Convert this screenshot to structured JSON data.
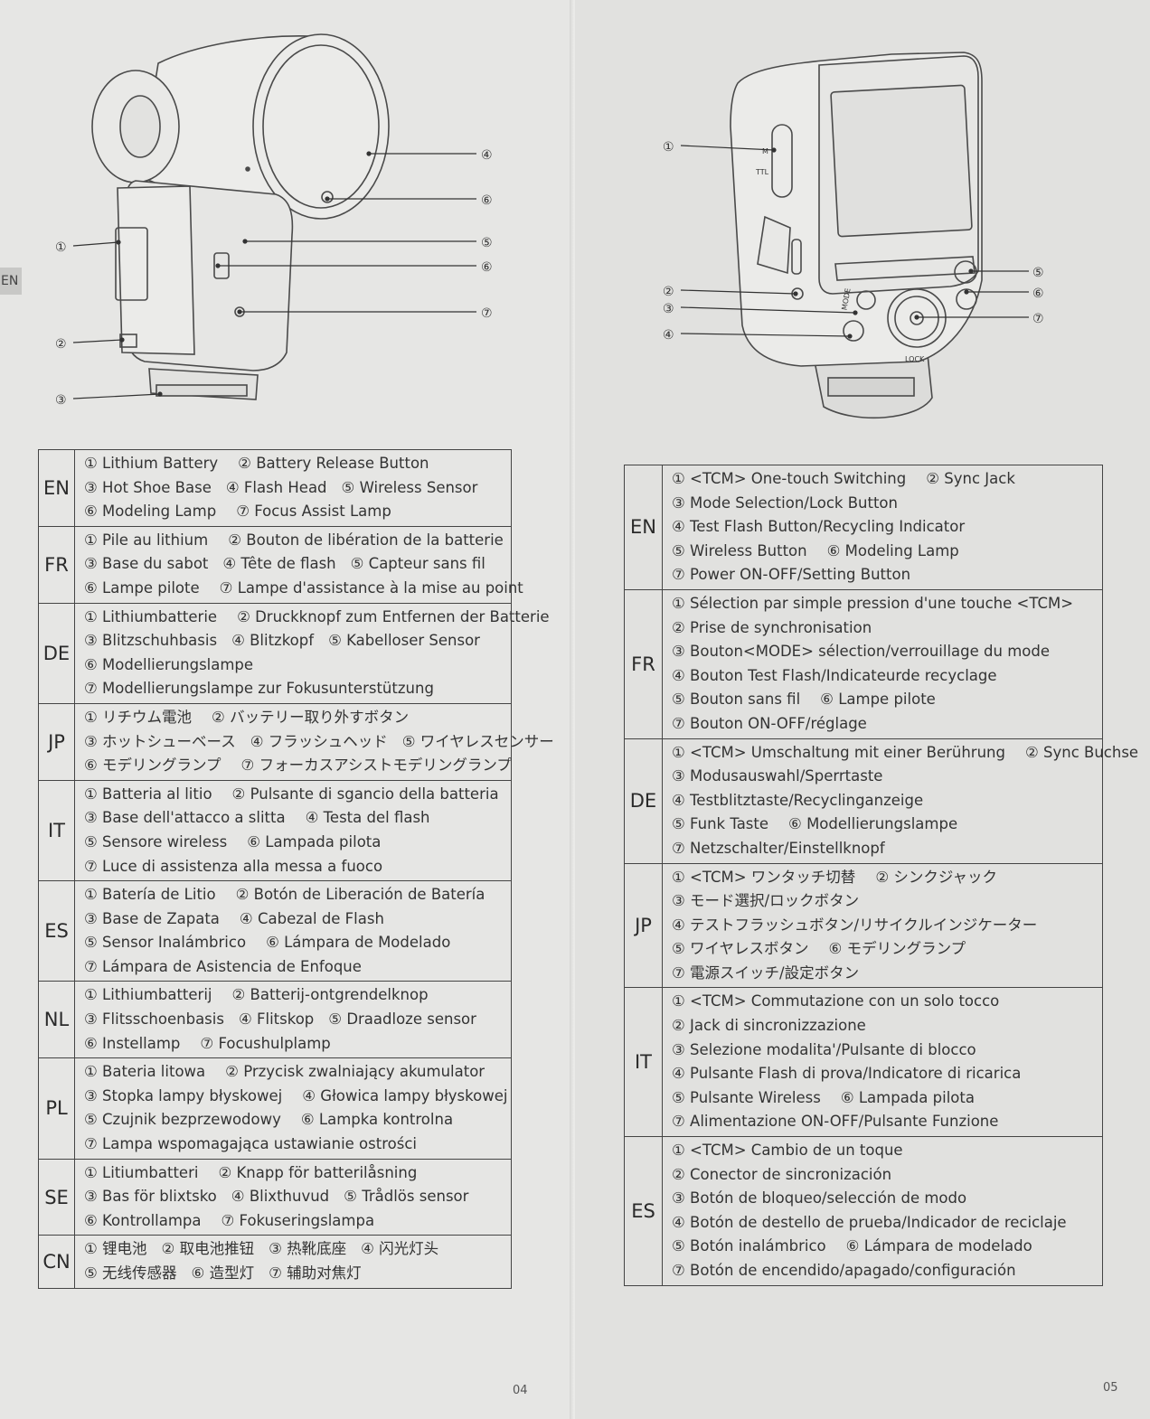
{
  "side_tab": "EN",
  "left_page": {
    "page_number": "04",
    "callouts": [
      "①",
      "②",
      "③",
      "④",
      "⑥",
      "⑤",
      "⑥",
      "⑦"
    ],
    "table": [
      {
        "code": "EN",
        "lines": [
          [
            "① Lithium Battery",
            "② Battery Release Button"
          ],
          [
            "③ Hot Shoe Base",
            "④ Flash Head",
            "⑤ Wireless Sensor"
          ],
          [
            "⑥ Modeling Lamp",
            "⑦ Focus Assist Lamp"
          ]
        ]
      },
      {
        "code": "FR",
        "lines": [
          [
            "① Pile au lithium",
            "② Bouton de libération de la batterie"
          ],
          [
            "③ Base du sabot",
            "④ Tête de flash",
            "⑤ Capteur sans fil"
          ],
          [
            "⑥ Lampe pilote",
            "⑦ Lampe d'assistance à la mise au point"
          ]
        ]
      },
      {
        "code": "DE",
        "lines": [
          [
            "① Lithiumbatterie",
            "② Druckknopf zum Entfernen der Batterie"
          ],
          [
            "③ Blitzschuhbasis",
            "④ Blitzkopf",
            "⑤ Kabelloser Sensor"
          ],
          [
            "⑥ Modellierungslampe"
          ],
          [
            "⑦ Modellierungslampe zur Fokusunterstützung"
          ]
        ]
      },
      {
        "code": "JP",
        "lines": [
          [
            "① リチウム電池",
            "② バッテリー取り外すボタン"
          ],
          [
            "③ ホットシューベース",
            "④ フラッシュヘッド",
            "⑤ ワイヤレスセンサー"
          ],
          [
            "⑥ モデリングランプ",
            "⑦ フォーカスアシストモデリングランプ"
          ]
        ]
      },
      {
        "code": "IT",
        "lines": [
          [
            "① Batteria al litio",
            "② Pulsante di sgancio della batteria"
          ],
          [
            "③ Base dell'attacco a slitta",
            "④ Testa del flash"
          ],
          [
            "⑤ Sensore wireless",
            "⑥ Lampada pilota"
          ],
          [
            "⑦ Luce di assistenza alla messa a fuoco"
          ]
        ]
      },
      {
        "code": "ES",
        "lines": [
          [
            "① Batería de Litio",
            "② Botón de Liberación de Batería"
          ],
          [
            "③ Base de Zapata",
            "④ Cabezal de Flash"
          ],
          [
            "⑤ Sensor Inalámbrico",
            "⑥ Lámpara de Modelado"
          ],
          [
            "⑦ Lámpara de Asistencia de Enfoque"
          ]
        ]
      },
      {
        "code": "NL",
        "lines": [
          [
            "① Lithiumbatterij",
            "② Batterij-ontgrendelknop"
          ],
          [
            "③ Flitsschoenbasis",
            "④ Flitskop",
            "⑤ Draadloze sensor"
          ],
          [
            "⑥ Instellamp",
            "⑦ Focushulplamp"
          ]
        ]
      },
      {
        "code": "PL",
        "lines": [
          [
            "① Bateria litowa",
            "② Przycisk zwalniający akumulator"
          ],
          [
            "③ Stopka lampy błyskowej",
            "④ Głowica lampy błyskowej"
          ],
          [
            "⑤ Czujnik bezprzewodowy",
            "⑥ Lampka kontrolna"
          ],
          [
            "⑦ Lampa wspomagająca ustawianie ostrości"
          ]
        ]
      },
      {
        "code": "SE",
        "lines": [
          [
            "① Litiumbatteri",
            "② Knapp för batterilåsning"
          ],
          [
            "③ Bas för blixtsko",
            "④ Blixthuvud",
            "⑤ Trådlös sensor"
          ],
          [
            "⑥ Kontrollampa",
            "⑦ Fokuseringslampa"
          ]
        ]
      },
      {
        "code": "CN",
        "lines": [
          [
            "① 锂电池",
            "② 取电池推钮",
            "③ 热靴底座",
            "④ 闪光灯头"
          ],
          [
            "⑤ 无线传感器",
            "⑥ 造型灯",
            "⑦ 辅助对焦灯"
          ]
        ]
      }
    ]
  },
  "right_page": {
    "page_number": "05",
    "callouts": [
      "①",
      "②",
      "③",
      "④",
      "⑤",
      "⑥",
      "⑦"
    ],
    "device_labels": {
      "m": "M",
      "ttl": "TTL",
      "mode": "MODE",
      "lock": "LOCK"
    },
    "table": [
      {
        "code": "EN",
        "lines": [
          [
            "① <TCM> One-touch Switching",
            "② Sync Jack"
          ],
          [
            "③ Mode Selection/Lock Button"
          ],
          [
            "④ Test Flash Button/Recycling Indicator"
          ],
          [
            "⑤ Wireless Button",
            "⑥ Modeling Lamp"
          ],
          [
            "⑦ Power ON-OFF/Setting Button"
          ]
        ]
      },
      {
        "code": "FR",
        "lines": [
          [
            "① Sélection par simple pression d'une touche <TCM>"
          ],
          [
            "② Prise de synchronisation"
          ],
          [
            "③ Bouton<MODE> sélection/verrouillage du mode"
          ],
          [
            "④ Bouton Test Flash/Indicateurde recyclage"
          ],
          [
            "⑤ Bouton sans fil",
            "⑥ Lampe pilote"
          ],
          [
            "⑦ Bouton ON-OFF/réglage"
          ]
        ]
      },
      {
        "code": "DE",
        "lines": [
          [
            "① <TCM> Umschaltung mit einer Berührung",
            "② Sync Buchse"
          ],
          [
            "③ Modusauswahl/Sperrtaste"
          ],
          [
            "④ Testblitztaste/Recyclinganzeige"
          ],
          [
            "⑤ Funk Taste",
            "⑥ Modellierungslampe"
          ],
          [
            "⑦ Netzschalter/Einstellknopf"
          ]
        ]
      },
      {
        "code": "JP",
        "lines": [
          [
            "① <TCM> ワンタッチ切替",
            "② シンクジャック"
          ],
          [
            "③ モード選択/ロックボタン"
          ],
          [
            "④ テストフラッシュボタン/リサイクルインジケーター"
          ],
          [
            "⑤ ワイヤレスボタン",
            "⑥ モデリングランプ"
          ],
          [
            "⑦ 電源スイッチ/設定ボタン"
          ]
        ]
      },
      {
        "code": "IT",
        "lines": [
          [
            "① <TCM> Commutazione con un solo tocco"
          ],
          [
            "② Jack di sincronizzazione"
          ],
          [
            "③ Selezione modalita'/Pulsante di blocco"
          ],
          [
            "④ Pulsante Flash di prova/Indicatore di ricarica"
          ],
          [
            "⑤ Pulsante Wireless",
            "⑥ Lampada pilota"
          ],
          [
            "⑦ Alimentazione ON-OFF/Pulsante Funzione"
          ]
        ]
      },
      {
        "code": "ES",
        "lines": [
          [
            "① <TCM> Cambio de un toque"
          ],
          [
            "② Conector de sincronización"
          ],
          [
            "③ Botón de bloqueo/selección de modo"
          ],
          [
            "④ Botón de destello de prueba/Indicador de reciclaje"
          ],
          [
            "⑤ Botón inalámbrico",
            "⑥ Lámpara de modelado"
          ],
          [
            "⑦ Botón de encendido/apagado/configuración"
          ]
        ]
      }
    ]
  }
}
